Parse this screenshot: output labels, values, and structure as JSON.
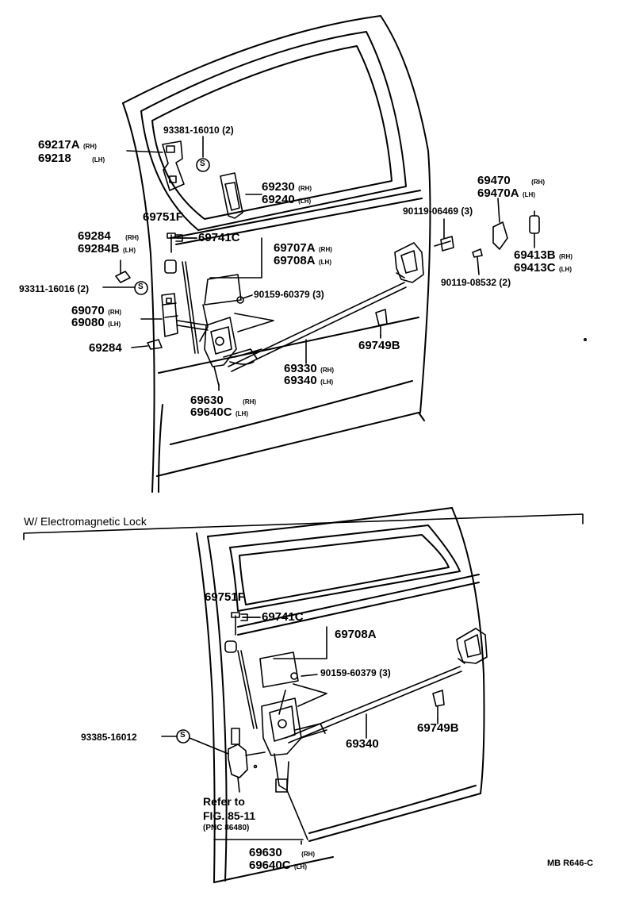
{
  "upper": {
    "p69217": {
      "part": "69217A",
      "side": "(RH)"
    },
    "p69218": {
      "part": "69218",
      "side": "(LH)"
    },
    "p93381": {
      "text": "93381-16010 (2)"
    },
    "p69230": {
      "part": "69230",
      "side": "(RH)"
    },
    "p69240": {
      "part": "69240",
      "side": "(LH)"
    },
    "p69751": {
      "text": "69751F"
    },
    "p69741": {
      "text": "69741C"
    },
    "p69284a": {
      "part": "69284",
      "side": "(RH)"
    },
    "p69284b": {
      "part": "69284B",
      "side": "(LH)"
    },
    "p69707": {
      "part": "69707A",
      "side": "(RH)"
    },
    "p69708": {
      "part": "69708A",
      "side": "(LH)"
    },
    "p93311": {
      "text": "93311-16016 (2)"
    },
    "p90159": {
      "text": "90159-60379 (3)"
    },
    "p69070": {
      "part": "69070",
      "side": "(RH)"
    },
    "p69080": {
      "part": "69080",
      "side": "(LH)"
    },
    "p69284c": {
      "text": "69284"
    },
    "p69749": {
      "text": "69749B"
    },
    "p69330": {
      "part": "69330",
      "side": "(RH)"
    },
    "p69340": {
      "part": "69340",
      "side": "(LH)"
    },
    "p69630": {
      "part": "69630",
      "side": "(RH)"
    },
    "p69640": {
      "part": "69640C",
      "side": "(LH)"
    },
    "p69470": {
      "part": "69470",
      "side": "(RH)"
    },
    "p69470a": {
      "part": "69470A",
      "side": "(LH)"
    },
    "p90119a": {
      "text": "90119-06469 (3)"
    },
    "p90119b": {
      "text": "90119-08532 (2)"
    },
    "p69413b": {
      "part": "69413B",
      "side": "(RH)"
    },
    "p69413c": {
      "part": "69413C",
      "side": "(LH)"
    },
    "s_marker": "S"
  },
  "lower": {
    "heading": "W/ Electromagnetic Lock",
    "p69751": {
      "text": "69751F"
    },
    "p69741": {
      "text": "69741C"
    },
    "p69708": {
      "text": "69708A"
    },
    "p90159": {
      "text": "90159-60379 (3)"
    },
    "p93385": {
      "text": "93385-16012"
    },
    "p69340": {
      "text": "69340"
    },
    "p69749": {
      "text": "69749B"
    },
    "refer1": "Refer to",
    "refer2": "FIG. 85-11",
    "refer3": "(PNC 86480)",
    "p69630": {
      "part": "69630",
      "side": "(RH)"
    },
    "p69640": {
      "part": "69640C",
      "side": "(LH)"
    },
    "s_marker": "S"
  },
  "code": "MB R646-C"
}
